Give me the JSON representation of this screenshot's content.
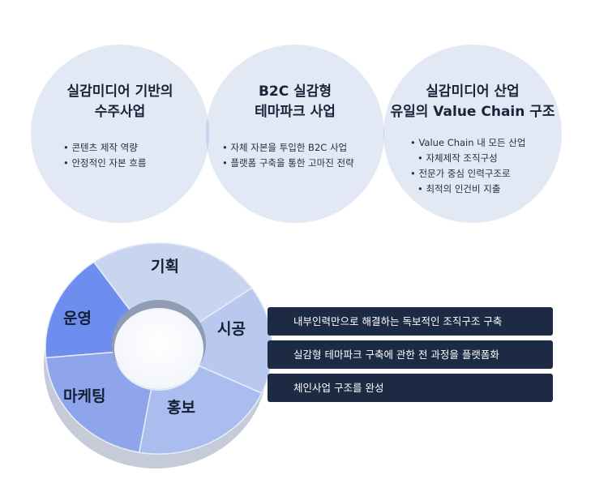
{
  "circles": [
    {
      "title_lines": [
        "실감미디어 기반의",
        "수주사업"
      ],
      "bullets": [
        "콘텐츠 제작 역량",
        "안정적인 자본 흐름"
      ]
    },
    {
      "title_lines": [
        "B2C 실감형",
        "테마파크 사업"
      ],
      "bullets": [
        "자체 자본을 투입한 B2C 사업",
        "플랫폼 구축을 통한 고마진 전략"
      ]
    },
    {
      "title_lines": [
        "실감미디어 산업",
        "유일의 Value Chain 구조"
      ],
      "bullets": [
        "Value Chain 내 모든 산업",
        "자체제작 조직구성",
        "전문가 중심 인력구조로",
        "최적의 인건비 지출"
      ]
    }
  ],
  "cycle": {
    "segments": [
      "기획",
      "시공",
      "홍보",
      "마케팅",
      "운영"
    ],
    "colors": [
      "#c9d5ef",
      "#b8c8ee",
      "#aabdee",
      "#8ea5ec",
      "#6f8dee"
    ]
  },
  "bars": [
    "내부인력만으로 해결하는 독보적인 조직구조 구축",
    "실감형 테마파크 구축에 관한 전 과정을 플랫폼화",
    "체인사업 구조를 완성"
  ],
  "colors": {
    "circle_fill": "#e3e9f4",
    "overlap_fill": "#c5d2f0",
    "bar_bg": "#1d2a44"
  }
}
